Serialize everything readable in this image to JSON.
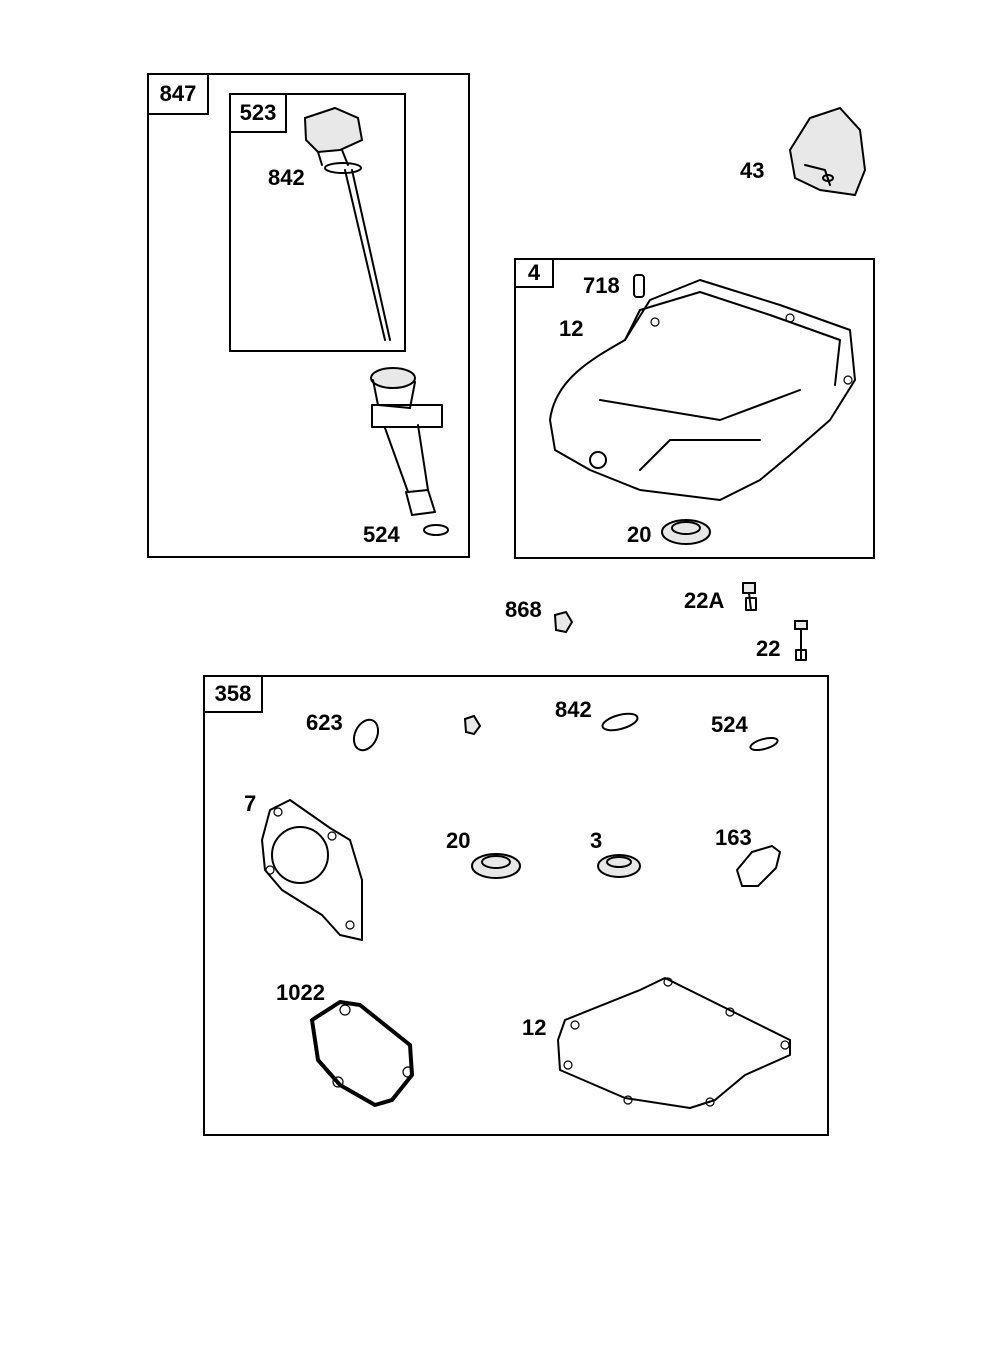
{
  "kits": {
    "k847": "847",
    "k523": "523",
    "k4": "4",
    "k358": "358"
  },
  "labels": {
    "dipstick_842": "842",
    "tube_524": "524",
    "governor_43": "43",
    "pin_718": "718",
    "sump_gasket_12": "12",
    "sump_seal_20": "20",
    "plug_868": "868",
    "bolt_22A": "22A",
    "bolt_22": "22",
    "kit_623": "623",
    "kit_842": "842",
    "kit_524": "524",
    "kit_7": "7",
    "kit_20": "20",
    "kit_3": "3",
    "kit_163": "163",
    "kit_1022": "1022",
    "kit_12": "12"
  }
}
